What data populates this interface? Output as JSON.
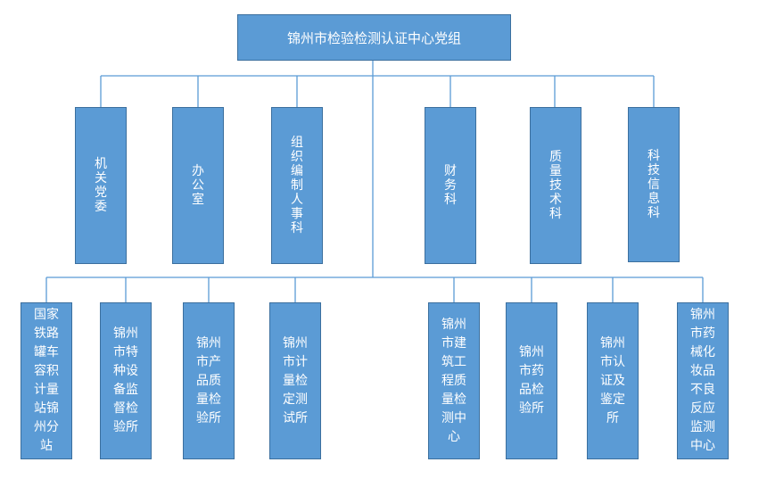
{
  "root": {
    "label": "锦州市检验检测认证中心党组"
  },
  "departments": [
    {
      "label": "机关党委"
    },
    {
      "label": "办公室"
    },
    {
      "label": "组织编制人事科"
    },
    {
      "label": "财务科"
    },
    {
      "label": "质量技术科"
    },
    {
      "label": "科技信息科"
    }
  ],
  "units": [
    {
      "label": "国家铁路罐车容积计量站锦州分站"
    },
    {
      "label": "锦州市特种设备监督检验所"
    },
    {
      "label": "锦州市产品质量检验所"
    },
    {
      "label": "锦州市计量检定测试所"
    },
    {
      "label": "锦州市建筑工程质量检测中心"
    },
    {
      "label": "锦州市药品检验所"
    },
    {
      "label": "锦州市认证及鉴定所"
    },
    {
      "label": "锦州市药械化妆品不良反应监测中心"
    }
  ],
  "colors": {
    "box_fill": "#5b9bd5",
    "box_border": "#3b6f9e",
    "connector": "#5b9bd5",
    "text": "#ffffff"
  }
}
